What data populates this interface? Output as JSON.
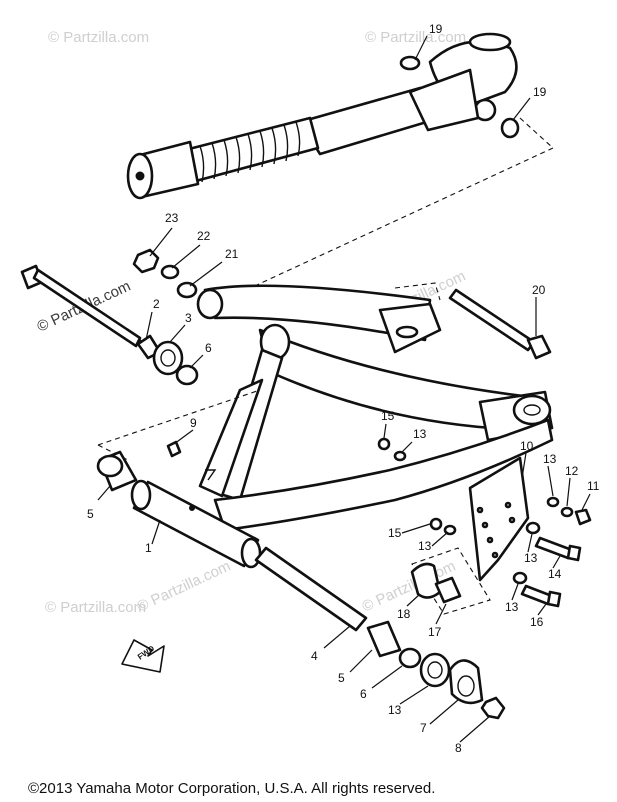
{
  "watermark": "© Partzilla.com",
  "fwd_label": "FWD",
  "copyright": "©2013  Yamaha Motor Corporation, U.S.A. All rights reserved.",
  "callouts": [
    "1",
    "2",
    "3",
    "4",
    "5",
    "5",
    "6",
    "6",
    "7",
    "8",
    "9",
    "10",
    "11",
    "12",
    "13",
    "13",
    "13",
    "13",
    "13",
    "13",
    "14",
    "15",
    "15",
    "16",
    "17",
    "18",
    "19",
    "19",
    "20",
    "21",
    "22",
    "23"
  ]
}
